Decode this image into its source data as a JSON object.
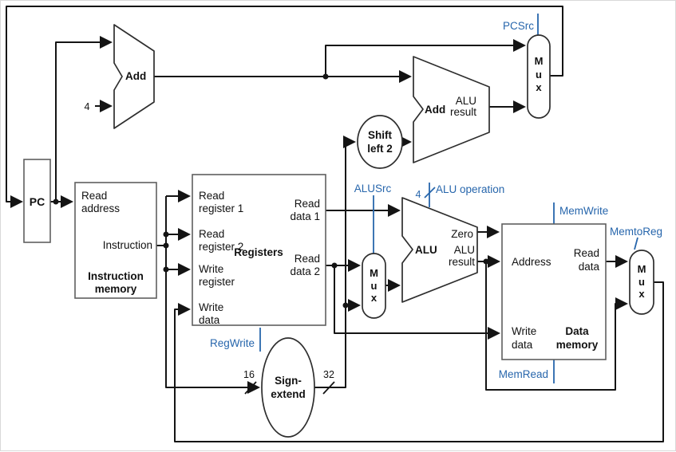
{
  "figure": {
    "kind": "MIPS single-cycle datapath diagram"
  },
  "colors": {
    "control": "#2766ac",
    "wire": "#141414"
  },
  "components": {
    "pc": {
      "label": "PC"
    },
    "instruction_memory": {
      "title": [
        "Instruction",
        "memory"
      ],
      "read_address": [
        "Read",
        "address"
      ],
      "instruction": "Instruction"
    },
    "registers": {
      "title": "Registers",
      "read_register_1": [
        "Read",
        "register 1"
      ],
      "read_register_2": [
        "Read",
        "register 2"
      ],
      "write_register": [
        "Write",
        "register"
      ],
      "write_data": [
        "Write",
        "data"
      ],
      "read_data_1": [
        "Read",
        "data 1"
      ],
      "read_data_2": [
        "Read",
        "data 2"
      ]
    },
    "data_memory": {
      "title": [
        "Data",
        "memory"
      ],
      "address": "Address",
      "read_data": [
        "Read",
        "data"
      ],
      "write_data": [
        "Write",
        "data"
      ]
    },
    "pc_adder": {
      "label": "Add"
    },
    "branch_adder": {
      "label": "Add",
      "result": [
        "ALU",
        "result"
      ]
    },
    "alu": {
      "label": "ALU",
      "zero": "Zero",
      "result": [
        "ALU",
        "result"
      ]
    },
    "shift_left_2": {
      "label": [
        "Shift",
        "left 2"
      ]
    },
    "sign_extend": {
      "label": [
        "Sign-",
        "extend"
      ]
    },
    "mux_pcsrc": {
      "label": "Mux"
    },
    "mux_alusrc": {
      "label": "Mux"
    },
    "mux_memtoreg": {
      "label": "Mux"
    }
  },
  "control_signals": {
    "pcsrc": "PCSrc",
    "regwrite": "RegWrite",
    "alusrc": "ALUSrc",
    "alu_operation": "ALU operation",
    "memwrite": "MemWrite",
    "memread": "MemRead",
    "memtoreg": "MemtoReg"
  },
  "bus_widths": {
    "pc_increment": "4",
    "alu_control": "4",
    "sign_extend_in": "16",
    "sign_extend_out": "32"
  }
}
